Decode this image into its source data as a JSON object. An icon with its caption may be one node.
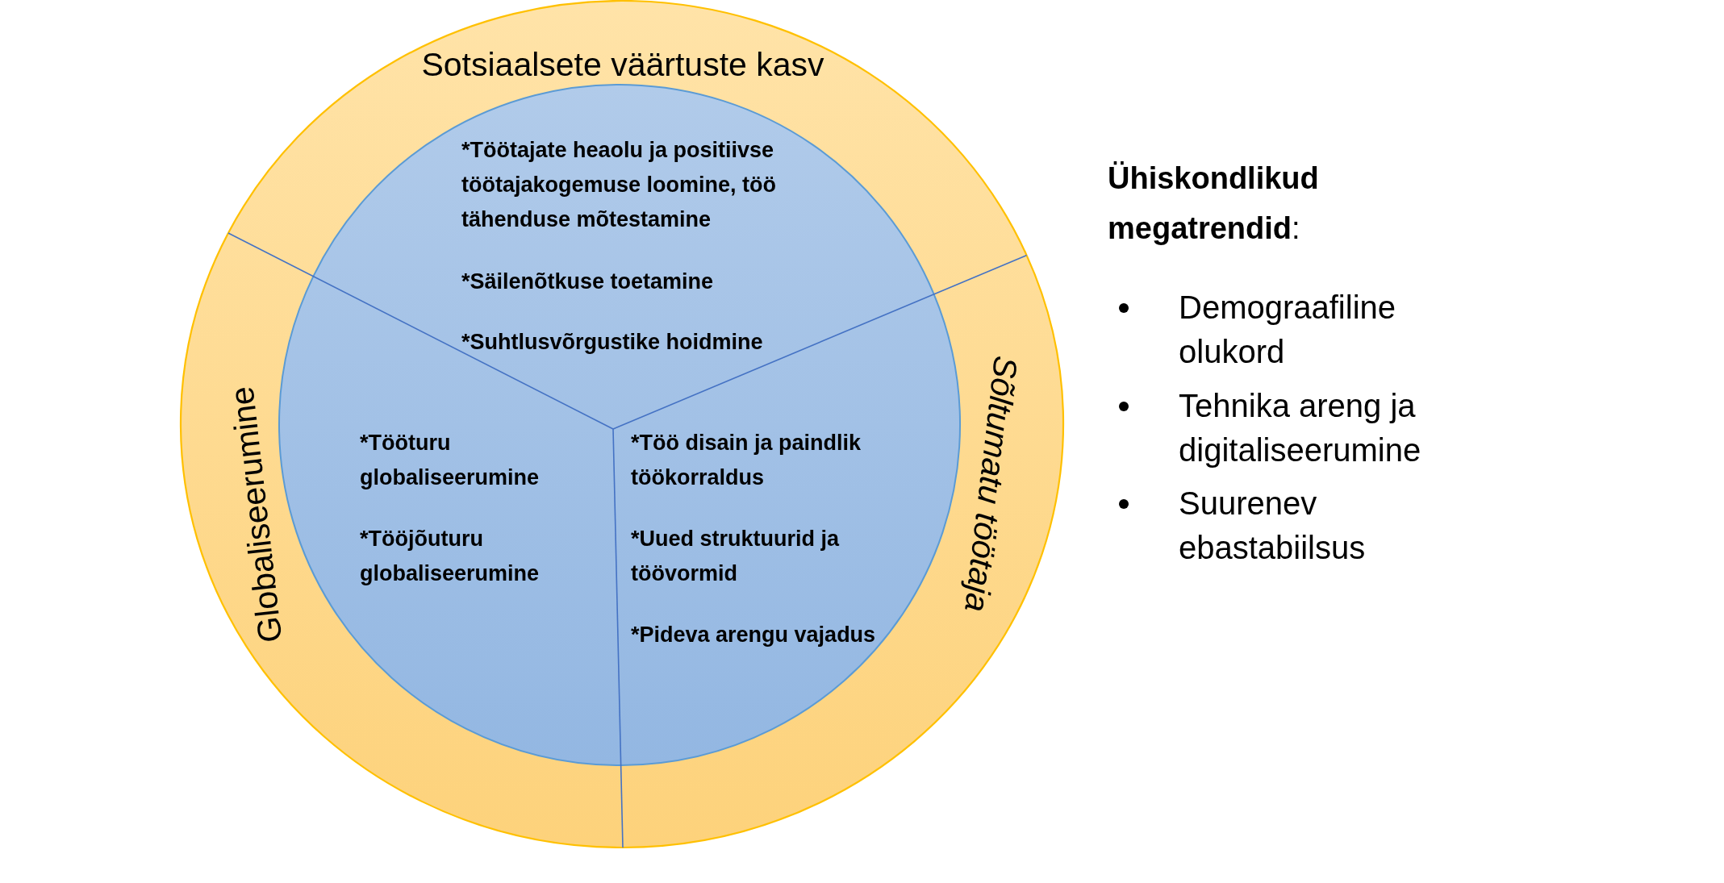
{
  "diagram": {
    "nodes": [
      {
        "text": [
          "Sotsiaalsete väärtuste kasv"
        ]
      },
      {
        "text": [
          "*Töötajate heaolu ja positiivse töötajakogemuse loomine, töö tähenduse mõtestamine",
          "*Säilenõtkuse toetamine",
          "*Suhtlusvõrgustike hoidmine"
        ],
        "in": 0
      },
      {
        "text": [
          "Globaliseerumine"
        ]
      },
      {
        "text": [
          "*Tööturu globaliseerumine",
          "*Tööjõuturu globaliseerumine"
        ],
        "in": 2
      },
      {
        "text": [
          "Sõltumatu töötaja"
        ]
      },
      {
        "text": [
          "*Töö disain ja paindlik töökorraldus",
          "*Uued struktuurid ja töövormid",
          "*Pideva arengu vajadus"
        ],
        "in": 4
      }
    ],
    "labels": [
      "**Ühiskondlikud megatrendid**:",
      "Demograafiline olukord",
      "Tehnika areng ja digitaliseerumine",
      "Suurenev ebastabiilsus"
    ]
  }
}
